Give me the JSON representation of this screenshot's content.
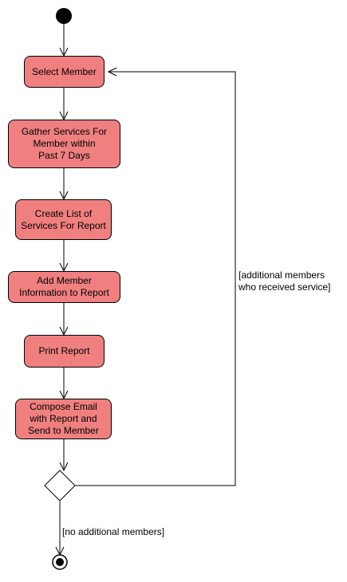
{
  "diagram": {
    "colors": {
      "action_fill": "#f08080",
      "stroke": "#000000",
      "background": "#ffffff"
    },
    "actions": {
      "select_member": "Select Member",
      "gather_services": "Gather Services For\nMember within\nPast 7 Days",
      "create_list": "Create List of\nServices For Report",
      "add_member_info": "Add Member\nInformation to Report",
      "print_report": "Print Report",
      "compose_email": "Compose Email\nwith Report and\nSend to Member"
    },
    "guards": {
      "loop_back": "[additional members\nwho received service]",
      "exit": "[no additional members]"
    }
  }
}
